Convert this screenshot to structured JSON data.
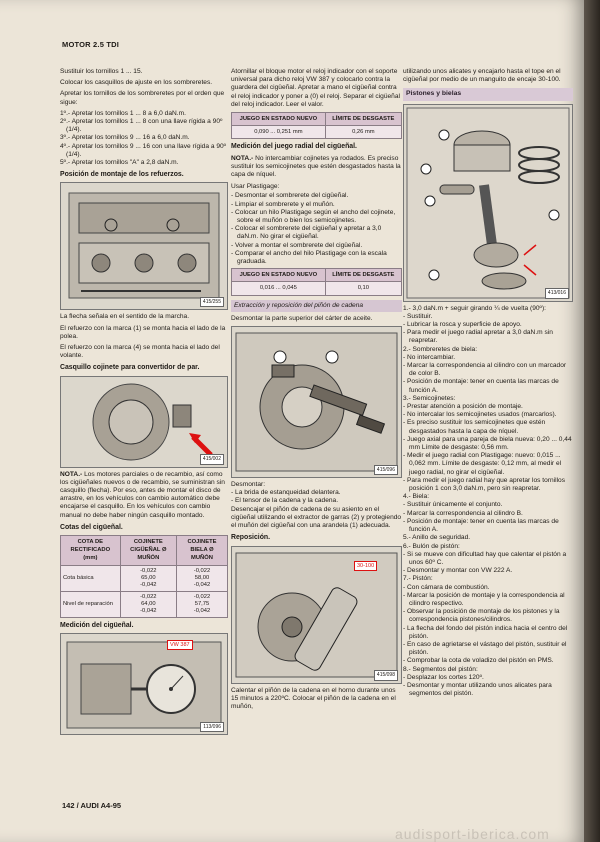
{
  "header": {
    "title": "MOTOR 2.5 TDI"
  },
  "col1": {
    "intro": [
      "Sustituir los tornillos 1 ... 15.",
      "Colocar los casquillos de ajuste en los sombreretes.",
      "Apretar los tornillos de los sombreretes por el orden que sigue:"
    ],
    "steps": [
      "1º.- Apretar los tornillos 1 ... 8 a 6,0 daN.m.",
      "2º.- Apretar los tornillos 1 ... 8 con una llave rígida a 90º (1/4).",
      "3º.- Apretar los tornillos 9 ... 16 a 6,0 daN.m.",
      "4º.- Apretar los tornillos 9 ... 16 con una llave rígida a 90º (1/4).",
      "5º.- Apretar los tornillos \"A\" a 2,8 daN.m."
    ],
    "h_refuerzos": "Posición de montaje de los refuerzos.",
    "fig1_code": "415/255",
    "refuerzos_text": [
      "La flecha señala en el sentido de la marcha.",
      "El refuerzo con la marca (1) se monta hacia el lado de la polea.",
      "El refuerzo con la marca (4) se monta hacia el lado del volante."
    ],
    "h_casquillo": "Casquillo cojinete para convertidor de par.",
    "fig2_code": "415/002",
    "nota_label": "NOTA.-",
    "nota_text": "Los motores parciales o de recambio, así como los cigüeñales nuevos o de recambio, se suministran sin casquillo (flecha). Por eso, antes de montar el disco de arrastre, en los vehículos con cambio automático debe encajarse el casquillo. En los vehículos con cambio manual no debe haber ningún casquillo montado.",
    "h_cotas": "Cotas del cigüeñal.",
    "cotas_headers": [
      "COTA DE RECTIFICADO (mm)",
      "COJINETE CIGÜEÑAL Ø MUÑÓN",
      "COJINETE BIELA Ø MUÑÓN"
    ],
    "cotas_rows": [
      {
        "label": "Cota básica",
        "a": [
          "-0,022",
          "65,00",
          "-0,042"
        ],
        "b": [
          "-0,022",
          "58,00",
          "-0,042"
        ]
      },
      {
        "label": "Nivel de reparación",
        "a": [
          "-0,022",
          "64,00",
          "-0,042"
        ],
        "b": [
          "-0,022",
          "57,75",
          "-0,042"
        ]
      }
    ],
    "h_medicion": "Medición del cigüeñal.",
    "fig3_label": "VW 387",
    "fig3_code": "113/096"
  },
  "col2": {
    "intro": "Atornillar el bloque motor el reloj indicador con el soporte universal para dicho reloj VW 387 y colocarlo contra la guardera del cigüeñal. Apretar a mano el cigüeñal contra el reloj indicador y poner a (0) el reloj. Separar el cigüeñal del reloj indicador. Leer el valor.",
    "t1_headers": [
      "JUEGO EN ESTADO NUEVO",
      "LÍMITE DE DESGASTE"
    ],
    "t1_values": [
      "0,090 ... 0,251 mm",
      "0,26 mm"
    ],
    "h_radial": "Medición del juego radial del cigüeñal.",
    "nota_label": "NOTA.-",
    "nota_text": "No intercambiar cojinetes ya rodados. Es preciso sustituir los semicojinetes que estén desgastados hasta la capa de níquel.",
    "plastigage_title": "Usar Plastigage:",
    "plastigage_items": [
      "- Desmontar el sombrerete del cigüeñal.",
      "- Limpiar el sombrerete y el muñón.",
      "- Colocar un hilo Plastigage según el ancho del cojinete, sobre el muñón o bien los semicojinetes.",
      "- Colocar el sombrerete del cigüeñal y apretar a 3,0 daN.m. No girar el cigüeñal.",
      "- Volver a montar el sombrerete del cigüeñal.",
      "- Comparar el ancho del hilo Plastigage con la escala graduada."
    ],
    "t2_headers": [
      "JUEGO EN ESTADO NUEVO",
      "LÍMITE DE DESGASTE"
    ],
    "t2_values": [
      "0,016 ... 0,045",
      "0,10"
    ],
    "extraccion_title": "Extracción y reposición del piñón de cadena",
    "desmontar_text": "Desmontar la parte superior del cárter de aceite.",
    "fig4_code": "415/096",
    "desmontar_items": [
      "Desmontar:",
      "- La brida de estanqueidad delantera.",
      "- El tensor de la cadena y la cadena.",
      "Desencajar el piñón de cadena de su asiento en el cigüeñal utilizando el extractor de garras (2) y protegiendo el muñón del cigüeñal con una arandela (1) adecuada."
    ],
    "h_reposicion": "Reposición.",
    "fig5_label": "30-100",
    "fig5_code": "415/098",
    "reposicion_text": "Calentar el piñón de la cadena en el horno durante unos 15 minutos a 220ºC. Colocar el piñón de la cadena en el muñón,"
  },
  "col3": {
    "intro": "utilizando unos alicates y encajarlo hasta el tope en el cigüeñal por medio de un manguito de encaje 30-100.",
    "h_pistones": "Pistones y bielas",
    "fig6_code": "413/016",
    "items": [
      "1.- 3,0 daN.m + seguir girando ¼ de vuelta (90º):",
      "  - Sustituir.",
      "  - Lubricar la rosca y superficie de apoyo.",
      "  - Para medir el juego radial apretar a 3,0 daN.m sin reapretar.",
      "2.- Sombreretes de biela:",
      "  - No intercambiar.",
      "  - Marcar la correspondencia al cilindro con un marcador de color B.",
      "  - Posición de montaje: tener en cuenta las marcas de función A.",
      "3.- Semicojinetes:",
      "  - Prestar atención a posición de montaje.",
      "  - No intercalar los semicojinetes usados (marcarlos).",
      "  - Es preciso sustituir los semicojinetes que estén desgastados hasta la capa de níquel.",
      "  - Juego axial para una pareja de biela nueva: 0,20 ... 0,44 mm Límite de desgaste: 0,56 mm.",
      "  - Medir el juego radial con Plastigage: nuevo: 0,015 ... 0,062 mm. Límite de desgaste: 0,12 mm, al medir el juego radial, no girar el cigüeñal.",
      "  - Para medir el juego radial hay que apretar los tornillos posición 1 con 3,0 daN.m, pero sin reapretar.",
      "4.- Biela:",
      "  - Sustituir únicamente el conjunto.",
      "  - Marcar la correspondencia al cilindro B.",
      "  - Posición de montaje: tener en cuenta las marcas de función A.",
      "5.- Anillo de seguridad.",
      "6.- Bulón de pistón:",
      "  - Si se mueve con dificultad hay que calentar el pistón a unos 60º C.",
      "  - Desmontar y montar con VW 222 A.",
      "7.- Pistón:",
      "  - Con cámara de combustión.",
      "  - Marcar la posición de montaje y la correspondencia al cilindro respectivo.",
      "  - Observar la posición de montaje de los pistones y la correspondencia pistones/cilindros.",
      "  - La flecha del fondo del pistón indica hacia el centro del pistón.",
      "  - En caso de agrietarse el vástago del pistón, sustituir el pistón.",
      "  - Comprobar la cota de voladizo del pistón en PMS.",
      "8.- Segmentos del pistón:",
      "  - Desplazar los cortes 120º.",
      "  - Desmontar y montar utilizando unos alicates para segmentos del pistón."
    ]
  },
  "footer": {
    "text": "142 / AUDI A4-95"
  },
  "watermark": "audisport-iberica.com",
  "colors": {
    "paper": "#ece5d8",
    "table_header": "#d8c3cf",
    "highlight": "#d6c6d2",
    "text": "#1e1a16"
  }
}
